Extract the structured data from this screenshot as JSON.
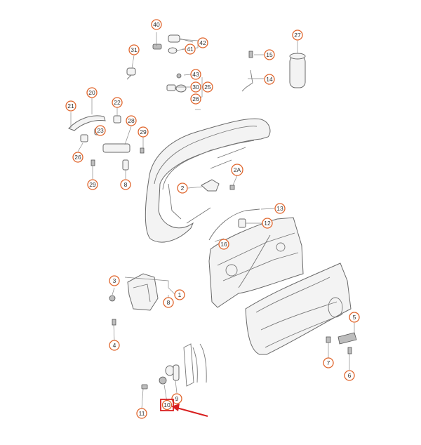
{
  "colors": {
    "badge_stroke": "#e0652c",
    "highlight": "#d81f1f",
    "line": "#777777"
  },
  "callouts": [
    {
      "id": "c40",
      "label": "40"
    },
    {
      "id": "c42",
      "label": "42"
    },
    {
      "id": "c41",
      "label": "41"
    },
    {
      "id": "c31",
      "label": "31"
    },
    {
      "id": "c27",
      "label": "27"
    },
    {
      "id": "c15",
      "label": "15"
    },
    {
      "id": "c43",
      "label": "43"
    },
    {
      "id": "c30",
      "label": "30"
    },
    {
      "id": "c25",
      "label": "25"
    },
    {
      "id": "c26a",
      "label": "26"
    },
    {
      "id": "c14",
      "label": "14"
    },
    {
      "id": "c20",
      "label": "20"
    },
    {
      "id": "c21",
      "label": "21"
    },
    {
      "id": "c22",
      "label": "22"
    },
    {
      "id": "c23",
      "label": "23"
    },
    {
      "id": "c28",
      "label": "28"
    },
    {
      "id": "c29a",
      "label": "29"
    },
    {
      "id": "c26b",
      "label": "26"
    },
    {
      "id": "c29b",
      "label": "29"
    },
    {
      "id": "c8a",
      "label": "8"
    },
    {
      "id": "c2A",
      "label": "2A"
    },
    {
      "id": "c2",
      "label": "2"
    },
    {
      "id": "c13",
      "label": "13"
    },
    {
      "id": "c12",
      "label": "12"
    },
    {
      "id": "c16",
      "label": "16"
    },
    {
      "id": "c3",
      "label": "3"
    },
    {
      "id": "c1",
      "label": "1"
    },
    {
      "id": "c8b",
      "label": "8"
    },
    {
      "id": "c4",
      "label": "4"
    },
    {
      "id": "c5",
      "label": "5"
    },
    {
      "id": "c7",
      "label": "7"
    },
    {
      "id": "c6",
      "label": "6"
    },
    {
      "id": "c9",
      "label": "9"
    },
    {
      "id": "c11",
      "label": "11"
    },
    {
      "id": "c10",
      "label": "10"
    }
  ],
  "highlighted_callout": "10"
}
